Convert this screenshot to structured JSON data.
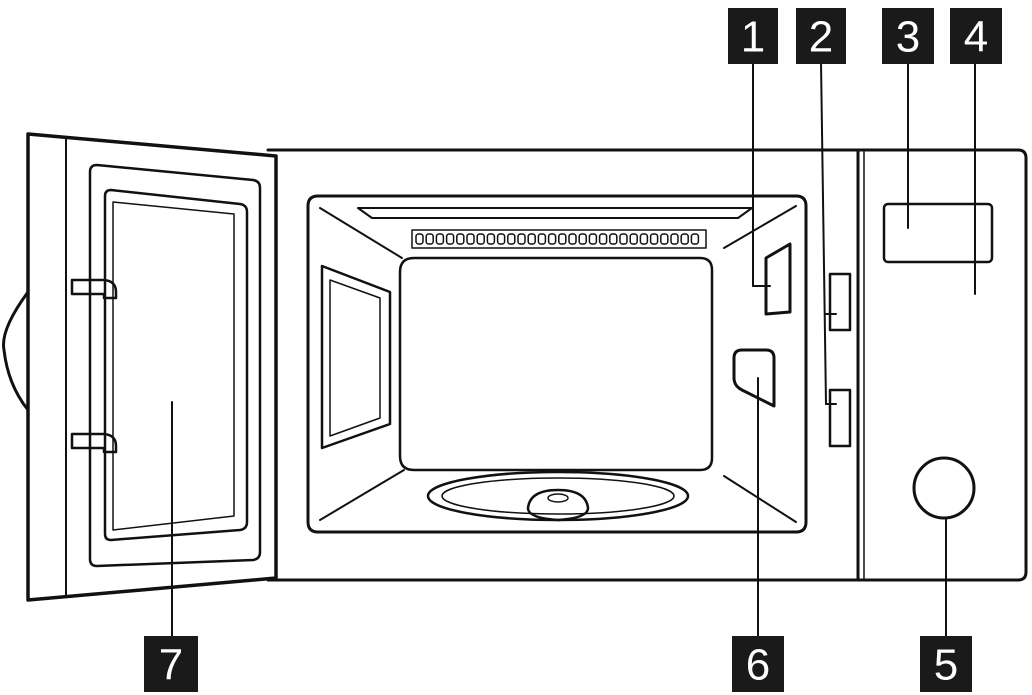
{
  "diagram": {
    "callouts": [
      {
        "id": "1",
        "label": "1"
      },
      {
        "id": "2",
        "label": "2"
      },
      {
        "id": "3",
        "label": "3"
      },
      {
        "id": "4",
        "label": "4"
      },
      {
        "id": "5",
        "label": "5"
      },
      {
        "id": "6",
        "label": "6"
      },
      {
        "id": "7",
        "label": "7"
      }
    ]
  },
  "colors": {
    "line": "#111111",
    "callout_background": "#1a1a1a",
    "callout_text": "#ffffff",
    "background": "#ffffff"
  }
}
